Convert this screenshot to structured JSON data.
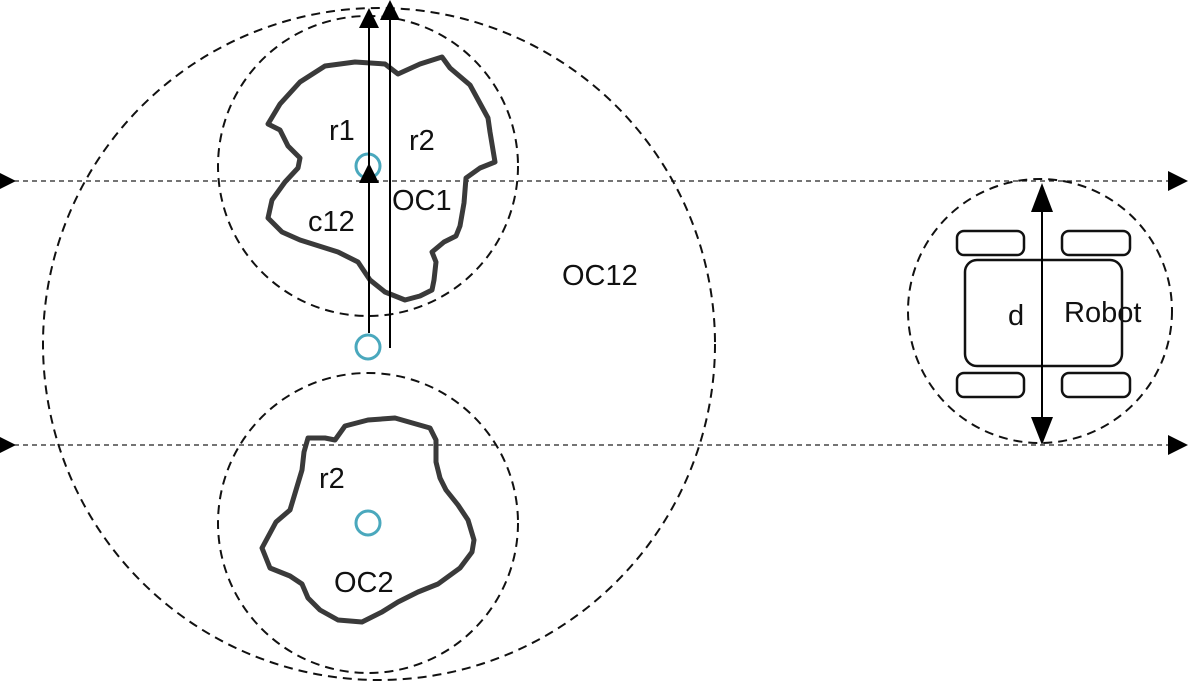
{
  "diagram": {
    "labels": {
      "r1": "r1",
      "r2_top": "r2",
      "c12": "c12",
      "oc1": "OC1",
      "oc12": "OC12",
      "r2_bottom": "r2",
      "oc2": "OC2",
      "d": "d",
      "robot": "Robot"
    },
    "colors": {
      "center_marker": "#4aa8bd",
      "obstacle_outline": "#3a3a3a",
      "line": "#000000"
    }
  }
}
